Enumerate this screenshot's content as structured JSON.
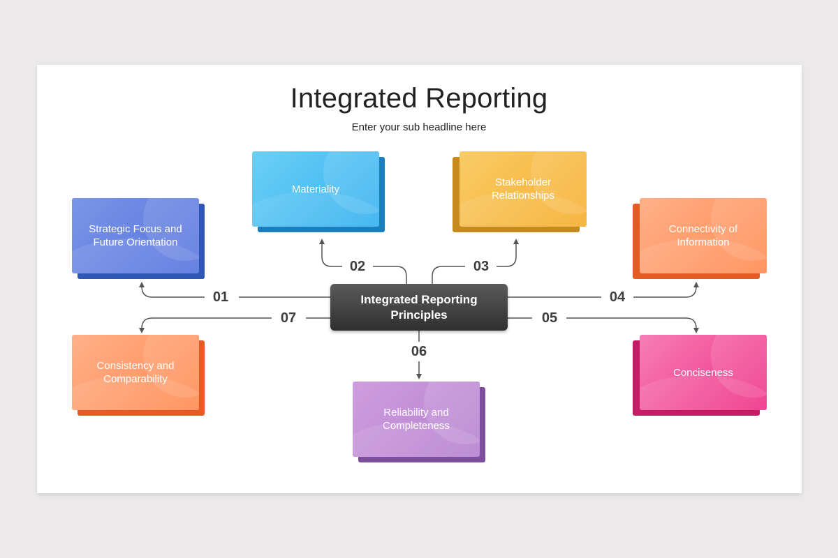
{
  "title": "Integrated Reporting",
  "subtitle": "Enter your sub headline here",
  "center": {
    "label": "Integrated Reporting Principles"
  },
  "principles": [
    {
      "number": "01",
      "label": "Strategic Focus and Future Orientation",
      "front": [
        "#7b95e6",
        "#5673de"
      ],
      "back": "#2f57b8"
    },
    {
      "number": "02",
      "label": "Materiality",
      "front": [
        "#6cd0f6",
        "#33b0f0"
      ],
      "back": "#1b7fbf"
    },
    {
      "number": "03",
      "label": "Stakeholder Relationships",
      "front": [
        "#f8cc68",
        "#f6ad2c"
      ],
      "back": "#c78a1f"
    },
    {
      "number": "04",
      "label": "Connectivity of Information",
      "front": [
        "#ffb08a",
        "#ff8a4f"
      ],
      "back": "#e65a24"
    },
    {
      "number": "05",
      "label": "Conciseness",
      "front": [
        "#f67fb5",
        "#ef2f86"
      ],
      "back": "#c51d64"
    },
    {
      "number": "06",
      "label": "Reliability and Completeness",
      "front": [
        "#cf9ddf",
        "#b581cf"
      ],
      "back": "#7c4e9c"
    },
    {
      "number": "07",
      "label": "Consistency and Comparability",
      "front": [
        "#ffb08a",
        "#ff8a4f"
      ],
      "back": "#e65a24"
    }
  ]
}
